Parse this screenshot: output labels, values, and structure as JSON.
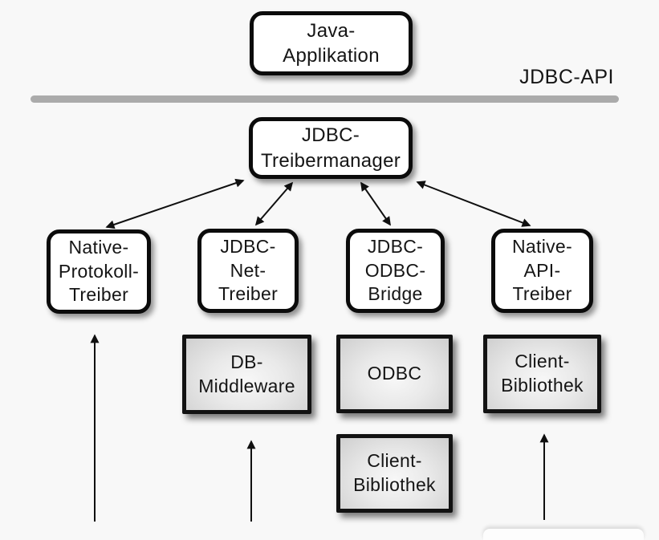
{
  "diagram": {
    "title_context": "JDBC driver architecture",
    "api_label": "JDBC-API",
    "nodes": {
      "java_application": "Java-\nApplikation",
      "driver_manager": "JDBC-\nTreibermanager",
      "native_protocol_driver": "Native-\nProtokoll-\nTreiber",
      "jdbc_net_driver": "JDBC-\nNet-\nTreiber",
      "jdbc_odbc_bridge": "JDBC-\nODBC-\nBridge",
      "native_api_driver": "Native-\nAPI-\nTreiber",
      "db_middleware": "DB-\nMiddleware",
      "odbc": "ODBC",
      "client_library_odbc": "Client-\nBibliothek",
      "client_library_native": "Client-\nBibliothek"
    },
    "connections": [
      {
        "from": "driver_manager",
        "to": "native_protocol_driver",
        "type": "double-arrow"
      },
      {
        "from": "driver_manager",
        "to": "jdbc_net_driver",
        "type": "double-arrow"
      },
      {
        "from": "driver_manager",
        "to": "jdbc_odbc_bridge",
        "type": "double-arrow"
      },
      {
        "from": "driver_manager",
        "to": "native_api_driver",
        "type": "double-arrow"
      },
      {
        "from": "bottom-edge",
        "to": "native_protocol_driver",
        "type": "up-arrow"
      },
      {
        "from": "bottom-edge",
        "to": "db_middleware",
        "type": "up-arrow"
      },
      {
        "from": "bottom-edge",
        "to": "client_library_native",
        "type": "up-arrow"
      }
    ],
    "colors": {
      "background": "#f8f8f8",
      "box_fill_white": "#ffffff",
      "box_border": "#0b0b0b",
      "divider_gray": "#ababab",
      "gray_box_light": "#f7f7f7",
      "gray_box_dark": "#cfcfcf",
      "arrow": "#101010",
      "text": "#151515"
    }
  }
}
